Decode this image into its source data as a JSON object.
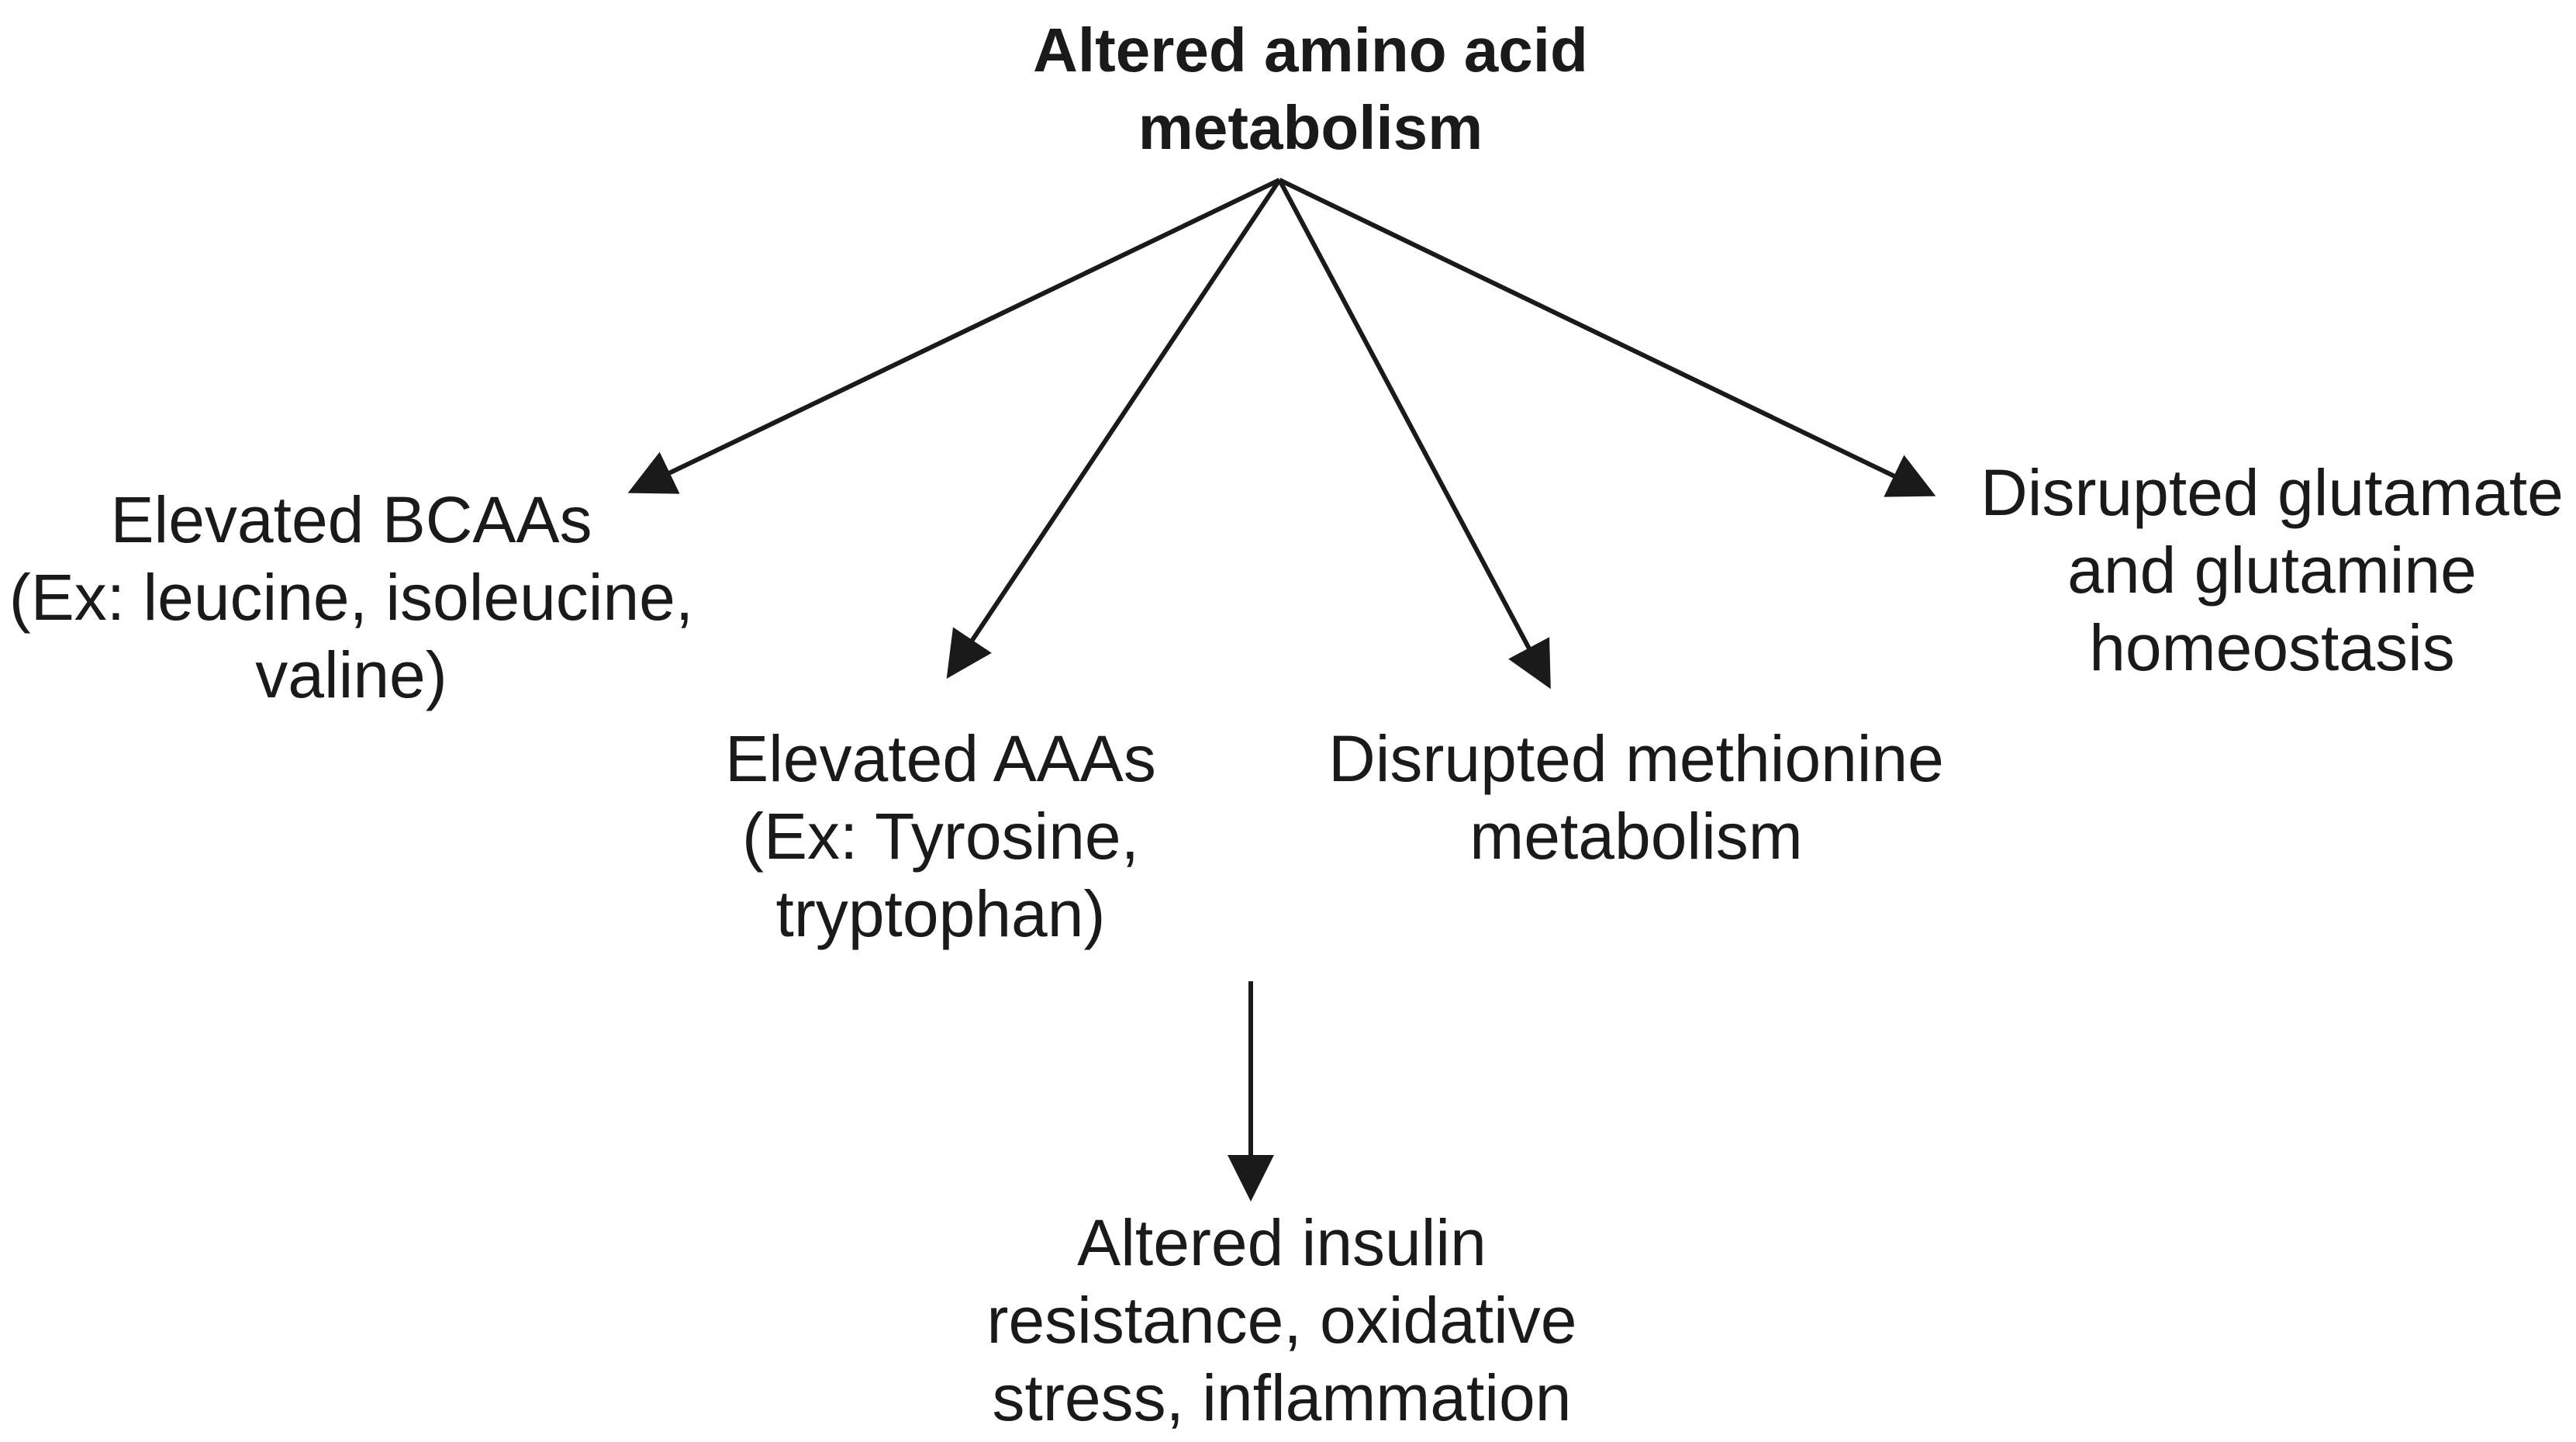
{
  "diagram": {
    "title": {
      "lines": [
        "Altered amino acid",
        "metabolism"
      ]
    },
    "nodes": {
      "bcaa": {
        "lines": [
          "Elevated BCAAs",
          "(Ex: leucine, isoleucine,",
          "valine)"
        ]
      },
      "aaa": {
        "lines": [
          "Elevated AAAs",
          "(Ex: Tyrosine,",
          "tryptophan)"
        ]
      },
      "methionine": {
        "lines": [
          "Disrupted methionine",
          "metabolism"
        ]
      },
      "glutamate": {
        "lines": [
          "Disrupted glutamate",
          "and glutamine",
          "homeostasis"
        ]
      },
      "outcome": {
        "lines": [
          "Altered insulin",
          "resistance, oxidative",
          "stress, inflammation"
        ]
      }
    },
    "colors": {
      "arrow": "#1a1a1a",
      "text": "#1a1a1a",
      "background": "#ffffff"
    }
  }
}
